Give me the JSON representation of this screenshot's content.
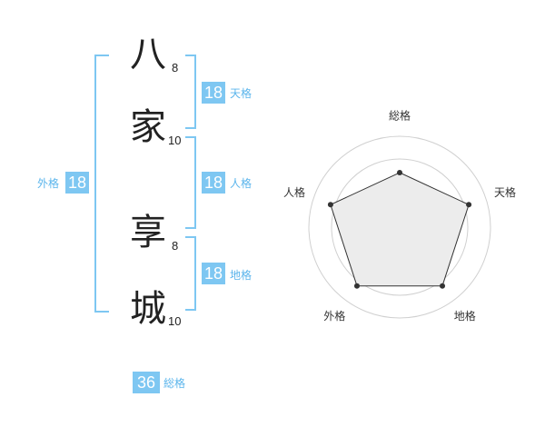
{
  "name": {
    "chars": [
      {
        "char": "八",
        "strokes": "8"
      },
      {
        "char": "家",
        "strokes": "10"
      },
      {
        "char": "享",
        "strokes": "8"
      },
      {
        "char": "城",
        "strokes": "10"
      }
    ]
  },
  "fortunes": {
    "tenkaku": {
      "value": "18",
      "label": "天格"
    },
    "jinkaku": {
      "value": "18",
      "label": "人格"
    },
    "chikaku": {
      "value": "18",
      "label": "地格"
    },
    "gaikaku": {
      "value": "18",
      "label": "外格"
    },
    "soukaku": {
      "value": "36",
      "label": "総格"
    }
  },
  "colors": {
    "accent": "#7ec7f2",
    "label": "#5bb5ec",
    "radar_fill": "#ececec",
    "radar_ring": "#d0d0d0"
  },
  "chart_data": {
    "type": "radar",
    "axes": [
      "総格",
      "天格",
      "地格",
      "外格",
      "人格"
    ],
    "values": [
      3,
      4,
      4,
      4,
      4
    ],
    "max": 5,
    "rings": 4
  }
}
